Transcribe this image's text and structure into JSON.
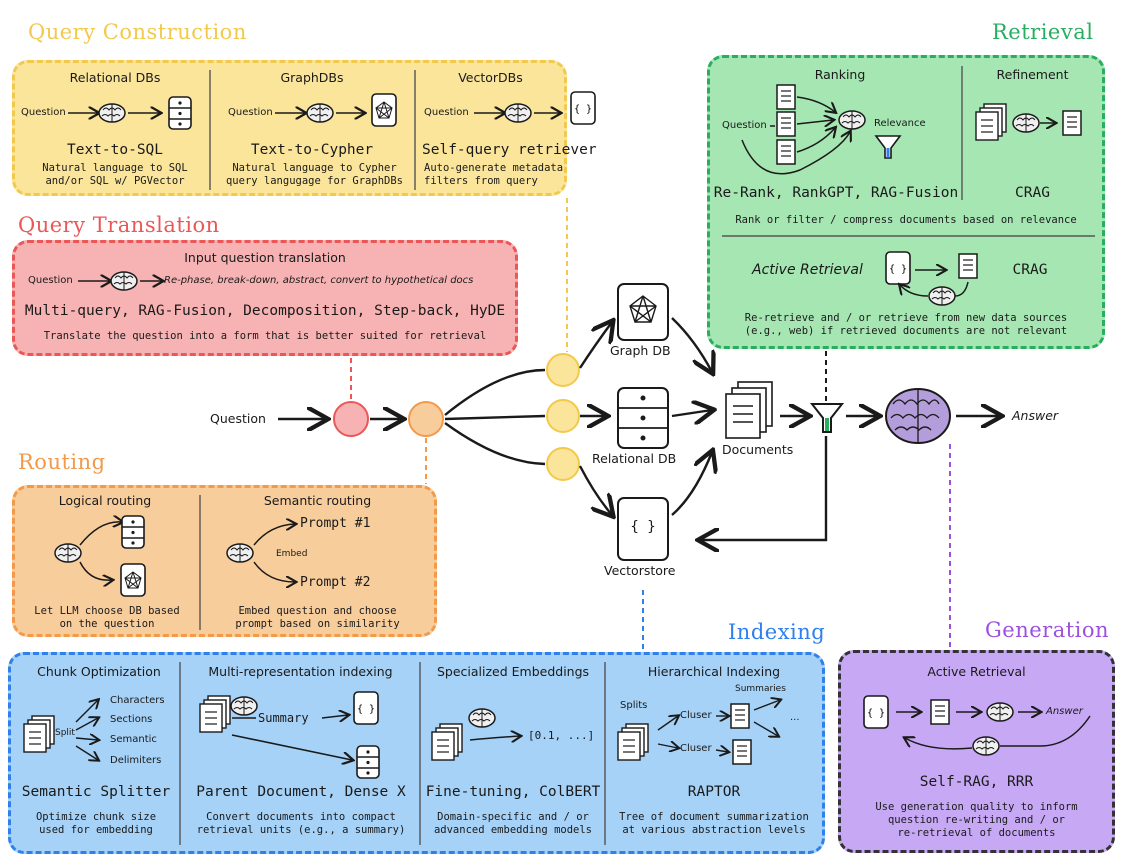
{
  "sections": {
    "query_construction": "Query Construction",
    "query_translation": "Query Translation",
    "routing": "Routing",
    "retrieval": "Retrieval",
    "indexing": "Indexing",
    "generation": "Generation"
  },
  "colors": {
    "construction": "#f2c94c",
    "translation": "#eb5757",
    "routing": "#f2994a",
    "retrieval": "#27ae60",
    "indexing": "#2f80ed",
    "generation": "#9b51e0"
  },
  "query_construction": {
    "relational": {
      "header": "Relational DBs",
      "question": "Question",
      "title": "Text-to-SQL",
      "desc1": "Natural language to SQL",
      "desc2": "and/or SQL w/ PGVector"
    },
    "graph": {
      "header": "GraphDBs",
      "question": "Question",
      "title": "Text-to-Cypher",
      "desc1": "Natural language to Cypher",
      "desc2": "query langugage for GraphDBs"
    },
    "vector": {
      "header": "VectorDBs",
      "question": "Question",
      "title": "Self-query retriever",
      "desc1": "Auto-generate metadata",
      "desc2": "filters from query"
    }
  },
  "query_translation": {
    "header": "Input question translation",
    "question": "Question",
    "flow": "Re-phase, break-down, abstract, convert to hypothetical docs",
    "title": "Multi-query, RAG-Fusion, Decomposition, Step-back, HyDE",
    "desc": "Translate the question into a form that is better suited for retrieval"
  },
  "routing": {
    "logical": {
      "header": "Logical routing",
      "desc1": "Let LLM choose DB based",
      "desc2": "on the question"
    },
    "semantic": {
      "header": "Semantic routing",
      "prompt1": "Prompt #1",
      "embed": "Embed",
      "prompt2": "Prompt #2",
      "desc1": "Embed question and choose",
      "desc2": "prompt based on similarity"
    }
  },
  "retrieval": {
    "ranking": {
      "header": "Ranking",
      "question": "Question",
      "relevance": "Relevance",
      "title": "Re-Rank, RankGPT, RAG-Fusion"
    },
    "refinement": {
      "header": "Refinement",
      "title": "CRAG"
    },
    "desc": "Rank or filter / compress documents based on relevance",
    "active": {
      "title": "Active Retrieval",
      "crag": "CRAG",
      "desc1": "Re-retrieve and / or retrieve from new data sources",
      "desc2": "(e.g., web) if retrieved documents are not relevant"
    }
  },
  "flow": {
    "question": "Question",
    "graph_db": "Graph DB",
    "relational_db": "Relational DB",
    "vectorstore": "Vectorstore",
    "documents": "Documents",
    "answer": "Answer",
    "vector_symbol": "{ }"
  },
  "indexing": {
    "chunk": {
      "header": "Chunk Optimization",
      "split": "Split",
      "items": [
        "Characters",
        "Sections",
        "Semantic",
        "Delimiters"
      ],
      "title": "Semantic Splitter",
      "desc1": "Optimize chunk size",
      "desc2": "used for embedding"
    },
    "multi": {
      "header": "Multi-representation indexing",
      "summary": "Summary",
      "title": "Parent Document, Dense X",
      "desc1": "Convert documents into compact",
      "desc2": "retrieval units (e.g., a summary)"
    },
    "specialized": {
      "header": "Specialized Embeddings",
      "vector": "[0.1, ...]",
      "title": "Fine-tuning, ColBERT",
      "desc1": "Domain-specific and / or",
      "desc2": "advanced embedding models"
    },
    "hierarchical": {
      "header": "Hierarchical Indexing",
      "splits": "Splits",
      "summaries": "Summaries",
      "cluser1": "Cluser",
      "cluser2": "Cluser",
      "ellipsis": "...",
      "title": "RAPTOR",
      "desc1": "Tree of document summarization",
      "desc2": "at various abstraction levels"
    }
  },
  "generation": {
    "header": "Active Retrieval",
    "answer": "Answer",
    "title": "Self-RAG, RRR",
    "desc1": "Use generation quality to inform",
    "desc2": "question re-writing and / or",
    "desc3": "re-retrieval of documents"
  }
}
